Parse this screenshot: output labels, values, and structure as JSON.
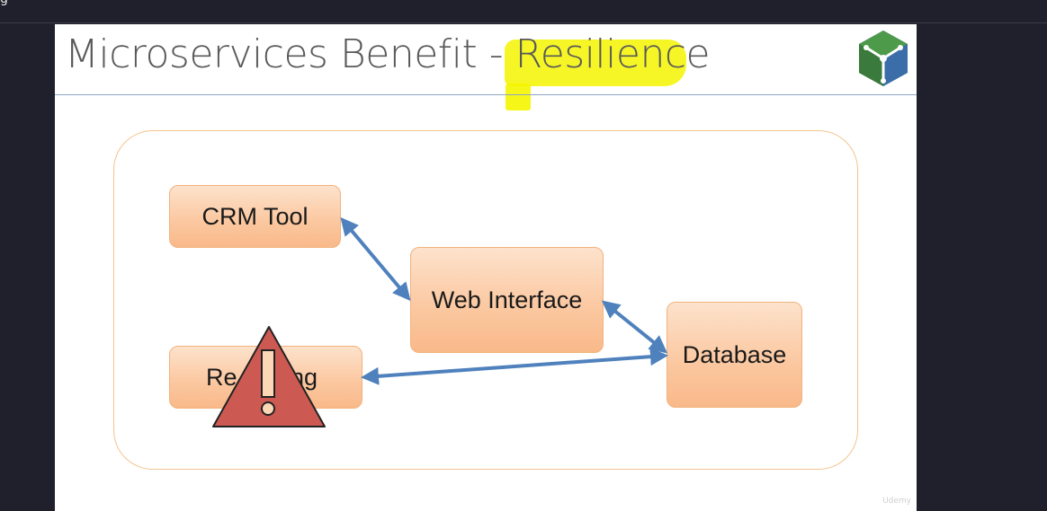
{
  "window": {
    "top_text": "g"
  },
  "slide": {
    "title_part1": "Microservices Benefit - ",
    "title_part2": "Resilience",
    "watermark": "Udemy"
  },
  "diagram": {
    "nodes": {
      "crm": "CRM Tool",
      "web": "Web Interface",
      "reporting_left": "Re",
      "reporting_right": "ng",
      "database": "Database"
    },
    "colors": {
      "box_fill": "#fbc79f",
      "box_border": "#f2b27c",
      "arrow": "#4f81bd",
      "warning": "#cd5a52",
      "highlight": "#f5f500"
    }
  }
}
